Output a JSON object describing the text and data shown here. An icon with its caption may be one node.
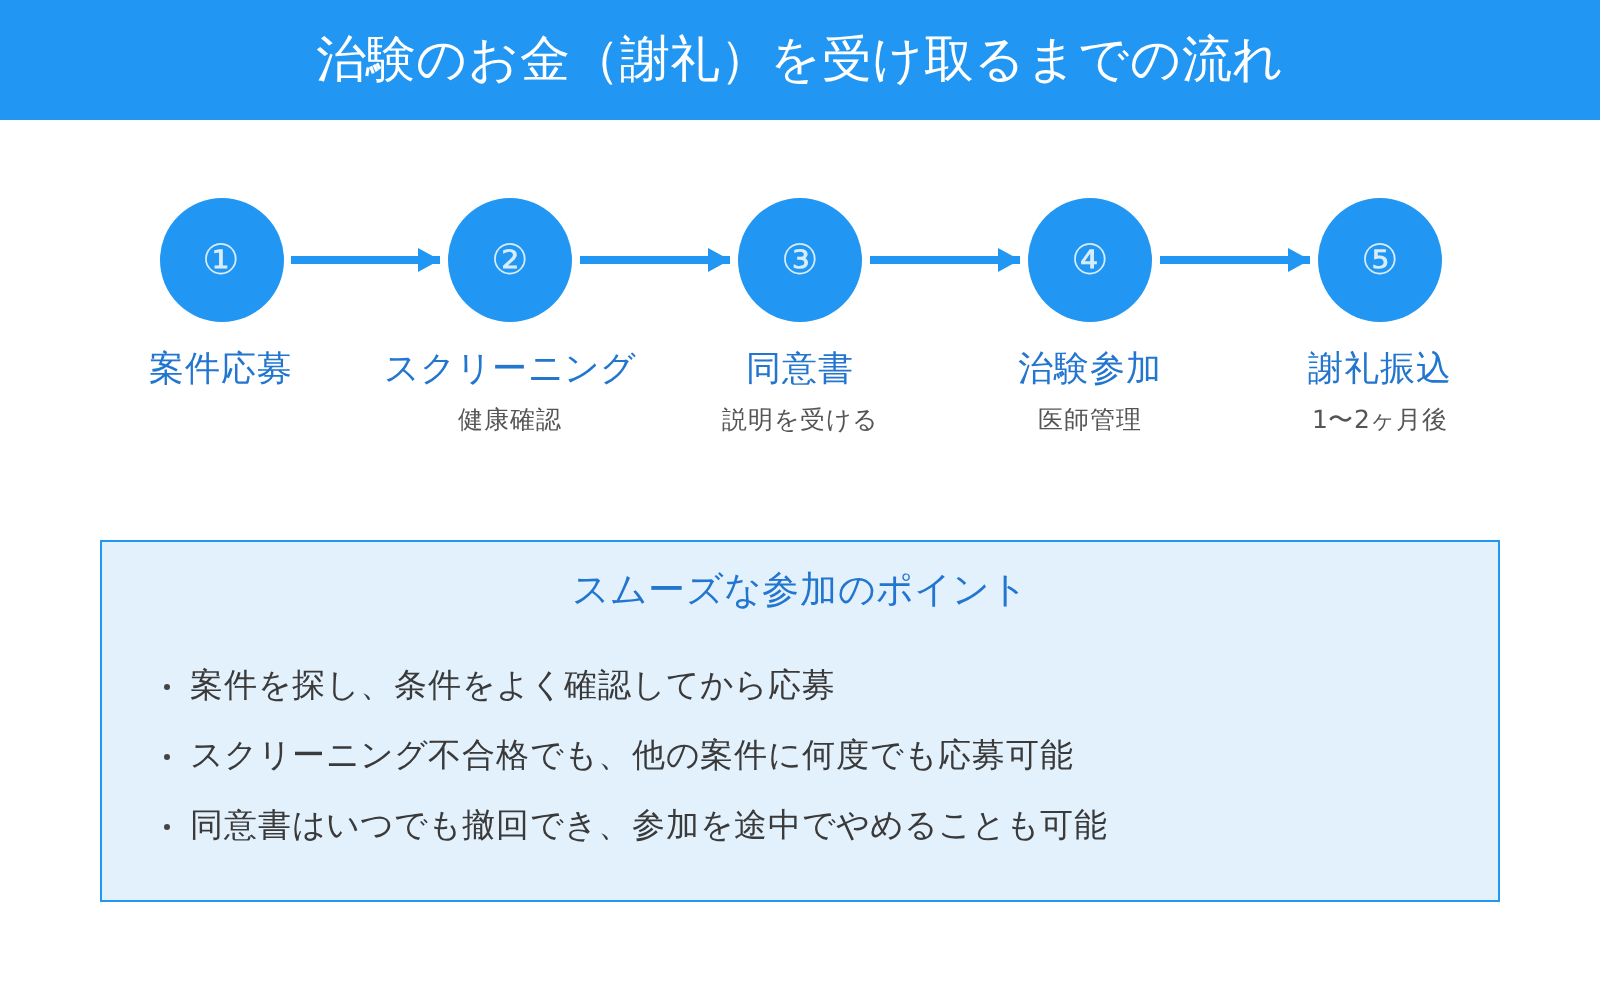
{
  "diagram": {
    "title": "治験のお金（謝礼）を受け取るまでの流れ",
    "nodes": [
      {
        "text": [
          "①",
          "案件応募"
        ]
      },
      {
        "text": [
          "②",
          "スクリーニング",
          "健康確認"
        ]
      },
      {
        "text": [
          "③",
          "同意書",
          "説明を受ける"
        ]
      },
      {
        "text": [
          "④",
          "治験参加",
          "医師管理"
        ]
      },
      {
        "text": [
          "⑤",
          "謝礼振込",
          "1〜2ヶ月後"
        ]
      },
      {
        "text": [
          "スムーズな参加のポイント",
          "案件を探し、条件をよく確認してから応募",
          "スクリーニング不合格でも、他の案件に何度でも応募可能",
          "同意書はいつでも撤回でき、参加を途中でやめることも可能"
        ]
      }
    ],
    "edges": [
      {
        "from": 0,
        "to": 1,
        "arrow": "to"
      },
      {
        "from": 1,
        "to": 2,
        "arrow": "to"
      },
      {
        "from": 2,
        "to": 3,
        "arrow": "to"
      },
      {
        "from": 3,
        "to": 4,
        "arrow": "to"
      }
    ]
  }
}
